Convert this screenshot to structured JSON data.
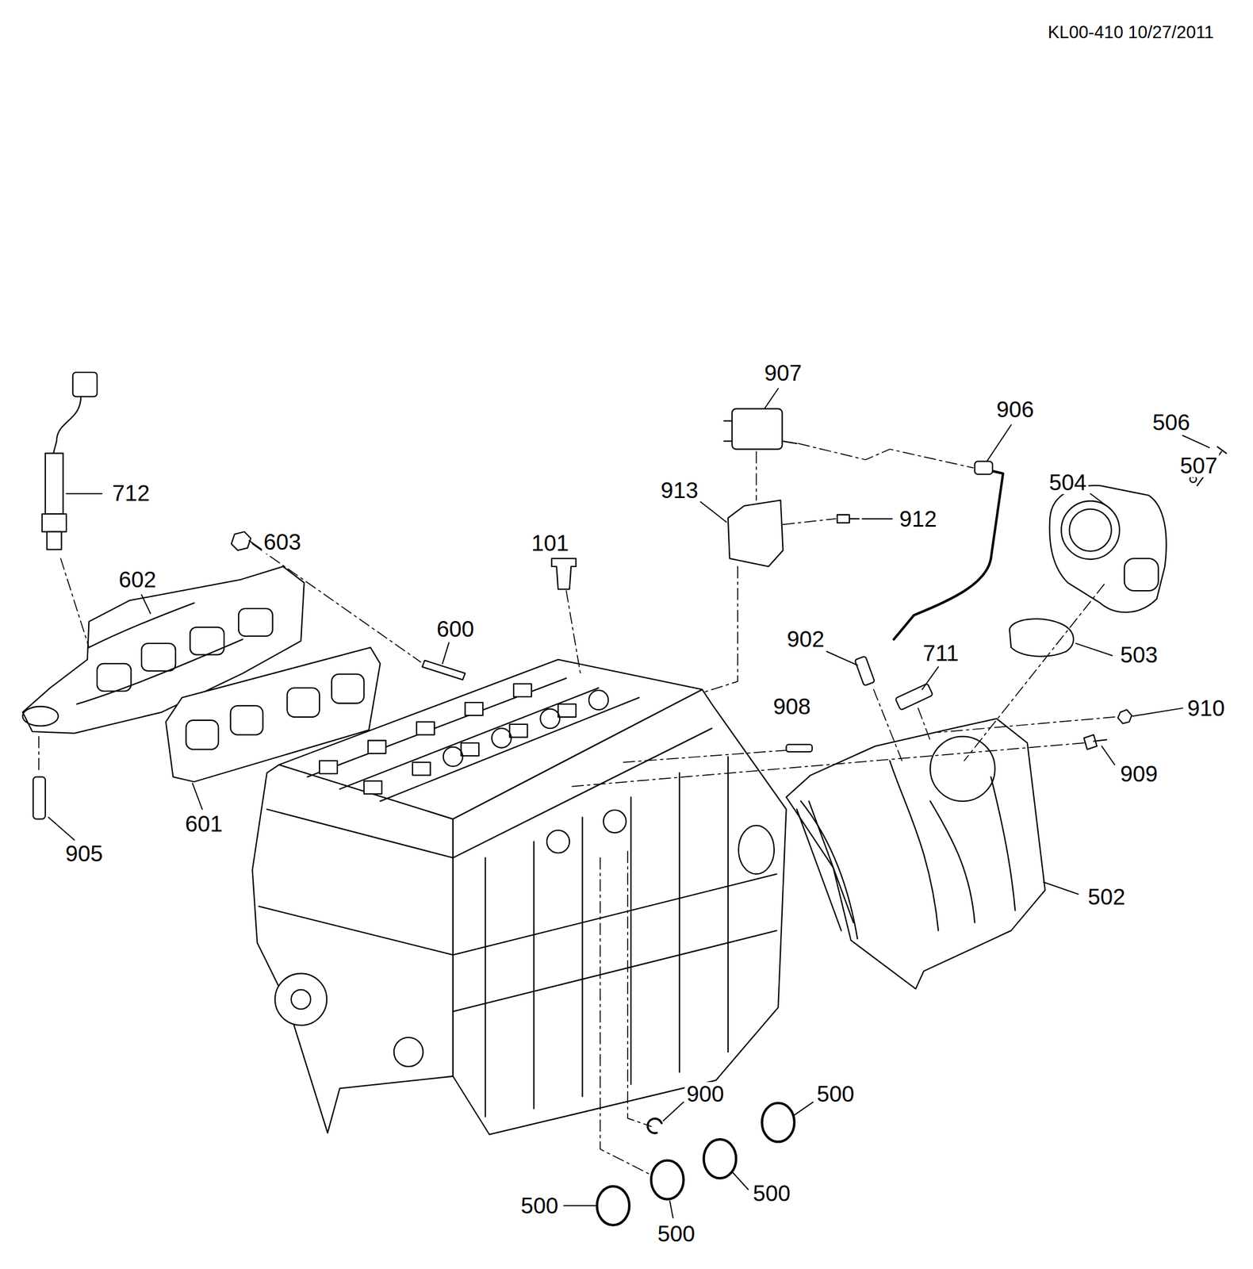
{
  "diagram": {
    "labels": [
      "KL00-410 10/27/2011",
      "907",
      "906",
      "506",
      "507",
      "504",
      "913",
      "912",
      "712",
      "603",
      "101",
      "602",
      "600",
      "902",
      "711",
      "503",
      "908",
      "910",
      "909",
      "601",
      "905",
      "502",
      "900",
      "500",
      "500",
      "500",
      "500"
    ]
  }
}
